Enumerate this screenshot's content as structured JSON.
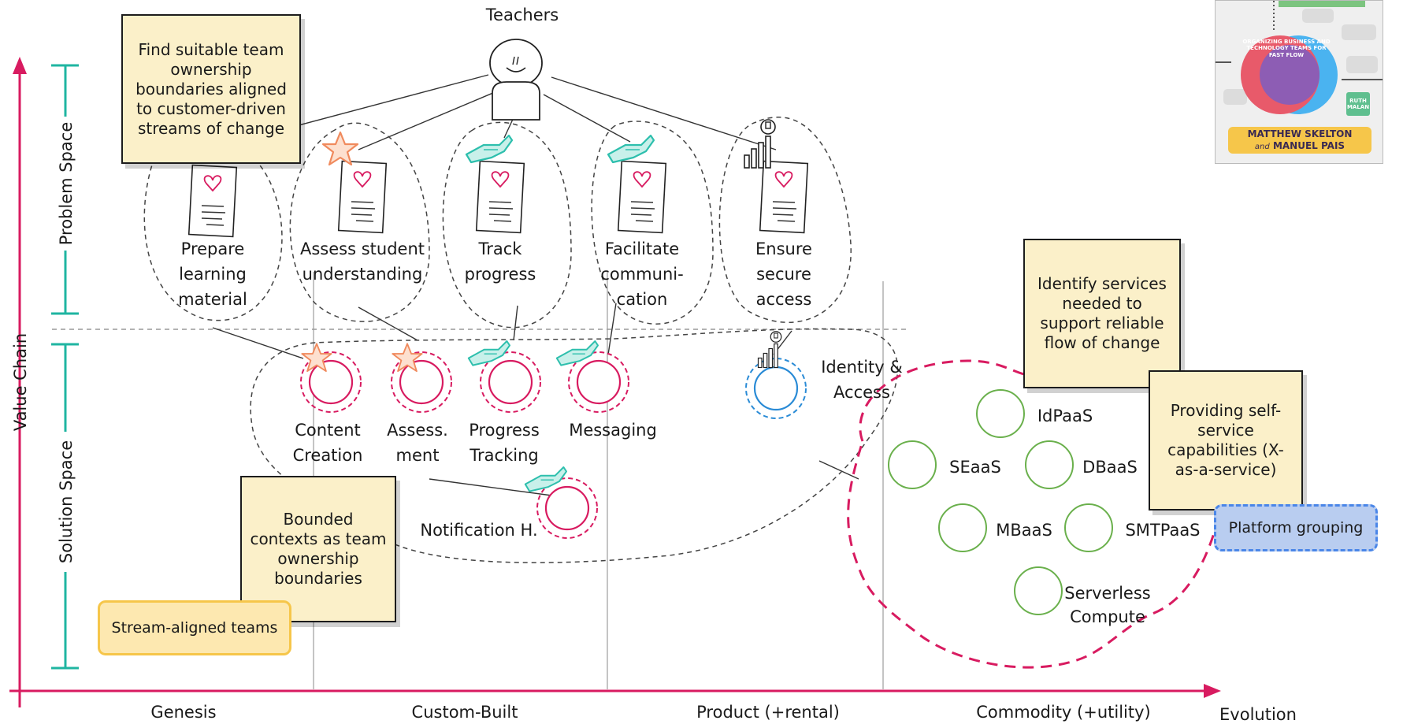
{
  "axes": {
    "y_label": "Value Chain",
    "problem_space": "Problem Space",
    "solution_space": "Solution Space",
    "x_label": "Evolution",
    "stages": [
      "Genesis",
      "Custom-Built",
      "Product (+rental)",
      "Commodity (+utility)"
    ]
  },
  "users": {
    "label": "Teachers"
  },
  "needs": [
    {
      "lines": [
        "Prepare",
        "learning",
        "material"
      ]
    },
    {
      "lines": [
        "Assess student",
        "understanding"
      ]
    },
    {
      "lines": [
        "Track",
        "progress"
      ]
    },
    {
      "lines": [
        "Facilitate",
        "communi-",
        "cation"
      ]
    },
    {
      "lines": [
        "Ensure",
        "secure",
        "access"
      ]
    }
  ],
  "components": [
    {
      "lines": [
        "Content",
        "Creation"
      ]
    },
    {
      "lines": [
        "Assess.",
        "ment"
      ]
    },
    {
      "lines": [
        "Progress",
        "Tracking"
      ]
    },
    {
      "lines": [
        "Messaging"
      ]
    },
    {
      "lines": [
        "Notification H."
      ]
    },
    {
      "lines": [
        "Identity &",
        "Access"
      ]
    }
  ],
  "platform_services": [
    {
      "lines": [
        "IdPaaS"
      ]
    },
    {
      "lines": [
        "SEaaS"
      ]
    },
    {
      "lines": [
        "DBaaS"
      ]
    },
    {
      "lines": [
        "MBaaS"
      ]
    },
    {
      "lines": [
        "SMTPaaS"
      ]
    },
    {
      "lines": [
        "Serverless",
        "Compute"
      ]
    }
  ],
  "notes": {
    "top_left": "Find suitable team ownership boundaries aligned to customer-driven streams of change",
    "bounded_contexts": "Bounded contexts as team ownership boundaries",
    "identify_services": "Identify services needed to support reliable flow of change",
    "self_service": "Providing self-service capabilities (X-as-a-service)"
  },
  "tags": {
    "stream_aligned": "Stream-aligned teams",
    "platform_grouping": "Platform grouping"
  },
  "book": {
    "title": "ORGANIZING BUSINESS AND TECHNOLOGY TEAMS FOR FAST FLOW",
    "foreword": "RUTH MALAN",
    "author_1": "MATTHEW SKELTON",
    "author_and": "and",
    "author_2": "MANUEL PAIS"
  },
  "colors": {
    "axis": "#d81b60",
    "bracket": "#1fb5a1",
    "stream_circle": "#d81b60",
    "access_circle": "#2a8bd6",
    "platform_circle": "#6ab04c",
    "platform_boundary": "#d81b60",
    "note_fill": "#fbf0c9",
    "stream_tag_fill": "#fde8b0",
    "stream_tag_border": "#f6c64a",
    "platform_tag_fill": "#b9cdf0",
    "platform_tag_border": "#4a86e8",
    "star": "#f08a5d",
    "hand": "#2dbfad",
    "heart": "#d81b60"
  },
  "icons": [
    "star-icon",
    "hand-icon",
    "heart-icon",
    "document-icon",
    "bar-chart-wrench-icon",
    "person-icon"
  ]
}
